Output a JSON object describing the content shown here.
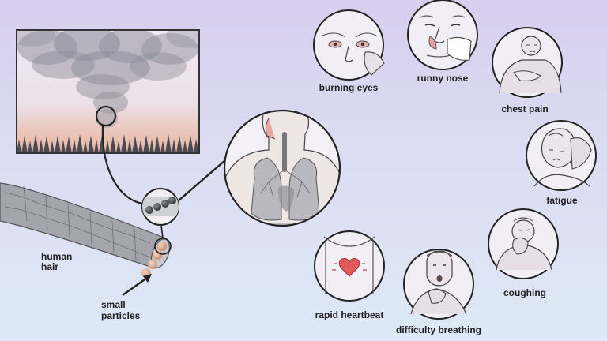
{
  "labels": {
    "human_hair_line1": "human",
    "human_hair_line2": "hair",
    "small_particles_line1": "small",
    "small_particles_line2": "particles",
    "burning_eyes": "burning eyes",
    "runny_nose": "runny nose",
    "chest_pain": "chest pain",
    "fatigue": "fatigue",
    "coughing": "coughing",
    "rapid_heartbeat": "rapid heartbeat",
    "difficulty_breathing": "difficulty breathing"
  },
  "icons": [
    "burning-eyes-face",
    "runny-nose-face",
    "chest-pain-figure",
    "fatigue-figure",
    "coughing-figure",
    "rapid-heartbeat-torso",
    "difficulty-breathing-figure",
    "lungs-diagram",
    "smoke-scene",
    "hair-strand"
  ],
  "colors": {
    "background_top": "#d6cfee",
    "background_bottom": "#dde9f6",
    "smoke": "#9a9aa8",
    "particle": "#e0b49a",
    "heart": "#e05a5a",
    "lungs": "#b0b0b0",
    "outline": "#333333"
  }
}
